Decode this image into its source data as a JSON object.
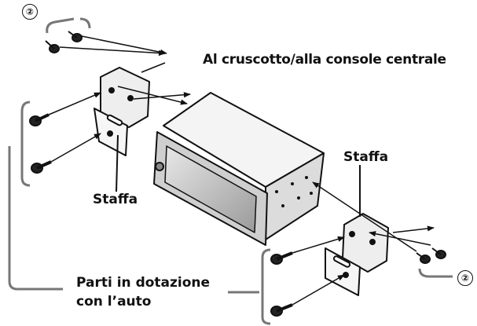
{
  "labels": {
    "dashboard": "Al cruscotto/alla console centrale",
    "bracket_left": "Staffa",
    "bracket_right": "Staffa",
    "car_parts_line1": "Parti in dotazione",
    "car_parts_line2": "con l’auto",
    "callout_top_left": "②",
    "callout_bottom_right": "②"
  }
}
